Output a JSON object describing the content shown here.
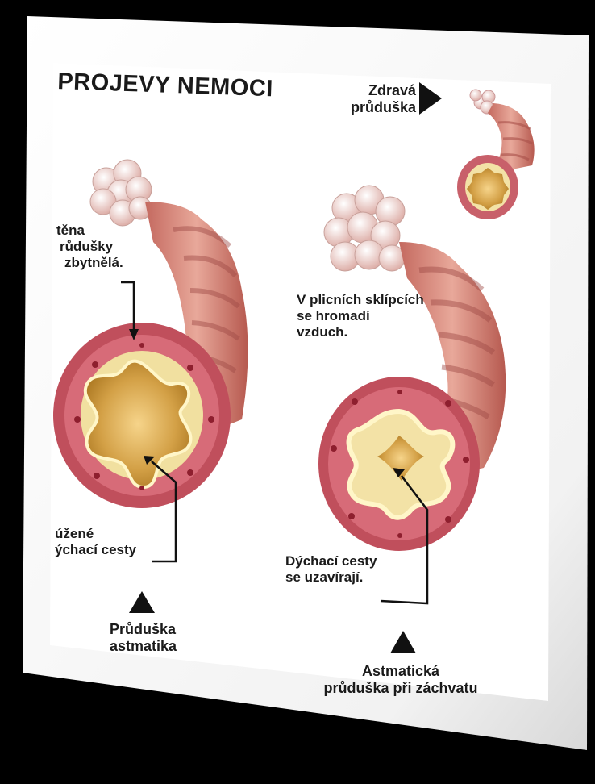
{
  "title": "PROJEVY NEMOCI",
  "healthy": {
    "line1": "Zdravá",
    "line2": "průduška"
  },
  "left_wall": {
    "line1": "těna",
    "line2": "růdušky",
    "line3": "zbytnělá."
  },
  "left_airways": {
    "line1": "úžené",
    "line2": "ýchací cesty"
  },
  "left_caption": {
    "line1": "Průduška",
    "line2": "astmatika"
  },
  "right_alveoli": {
    "line1": "V plicních sklípcích",
    "line2": "se hromadí",
    "line3": "vzduch."
  },
  "right_airways": {
    "line1": "Dýchací cesty",
    "line2": "se uzavírají."
  },
  "right_caption": {
    "line1": "Astmatická",
    "line2": "průduška při záchvatu"
  },
  "colors": {
    "page": "#ffffff",
    "tube": "#d98b80",
    "tube_dark": "#a8504a",
    "wall": "#cf6070",
    "mucosa": "#f3e2a6",
    "lumen": "#c98c2a",
    "alveoli": "#f2d5cf"
  },
  "icons": [
    "triangle-pointer-icon",
    "arrow-icon"
  ]
}
